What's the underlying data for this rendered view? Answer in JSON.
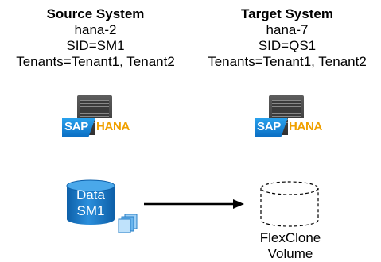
{
  "source": {
    "title": "Source System",
    "host": "hana-2",
    "sid": "SID=SM1",
    "tenants": "Tenants=Tenant1, Tenant2"
  },
  "target": {
    "title": "Target System",
    "host": "hana-7",
    "sid": "SID=QS1",
    "tenants": "Tenants=Tenant1, Tenant2"
  },
  "logo": {
    "sap": "SAP",
    "hana": "HANA",
    "sap_color": "#1a8ad8",
    "hana_color": "#f0a000"
  },
  "data_volume": {
    "line1": "Data",
    "line2": "SM1",
    "color": "#1a7fd0"
  },
  "clone_volume": {
    "line1": "FlexClone",
    "line2": "Volume"
  },
  "icons": {
    "server": "server-icon",
    "disk": "database-disk-icon",
    "snapshot": "snapshot-icon",
    "arrow": "arrow-right-icon"
  }
}
